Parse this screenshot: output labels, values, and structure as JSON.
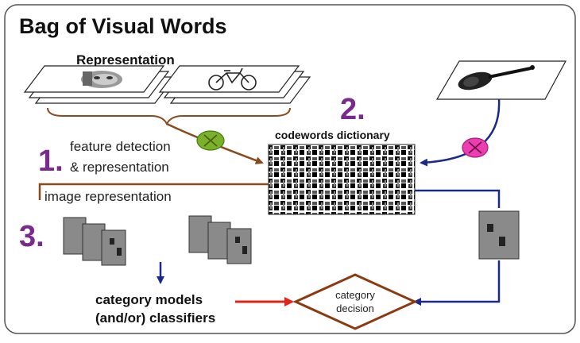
{
  "title": "Bag of Visual Words",
  "representation_label": "Representation",
  "steps": [
    {
      "number": "1.",
      "label_line1": "feature detection",
      "label_line2": "& representation"
    },
    {
      "number": "2.",
      "label": "codewords dictionary"
    },
    {
      "number": "3.",
      "label": "image representation"
    }
  ],
  "category_models": {
    "line1": "category models",
    "line2": "(and/or) classifiers"
  },
  "category_decision": {
    "line1": "category",
    "line2": "decision"
  },
  "colors": {
    "step_number": "#7a2a8c",
    "brown_arrow": "#8b4a1c",
    "navy_arrow": "#1b2a8a",
    "red_arrow": "#e0241c",
    "green_circle": "#7ab12a",
    "pink_circle": "#ee3db2",
    "diamond_stroke": "#8b3a12"
  },
  "icons": [
    "face-image-icon",
    "bicycle-image-icon",
    "violin-image-icon",
    "codeword-patches-icon",
    "histogram-stack-icon"
  ]
}
